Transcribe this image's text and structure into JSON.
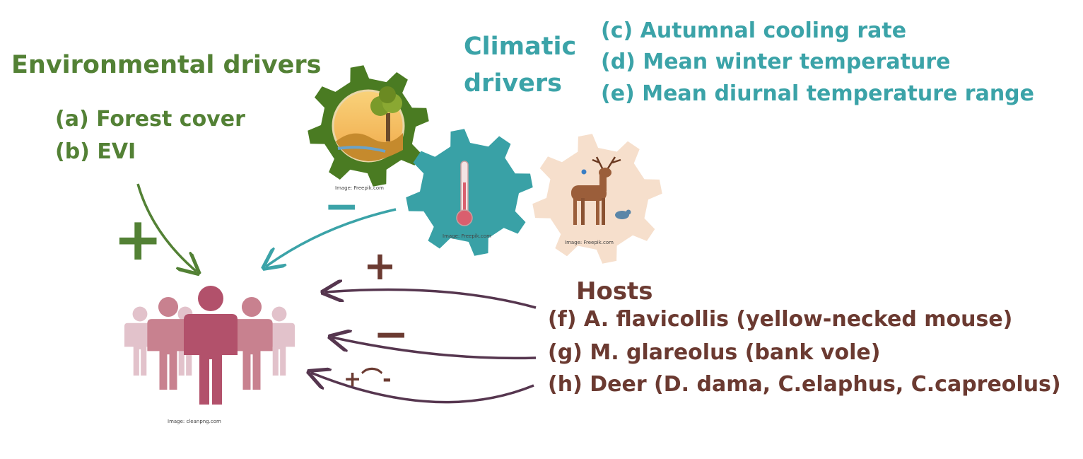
{
  "colors": {
    "environmental": "#538135",
    "climatic": "#3ba3a8",
    "hosts": "#6b3a31",
    "people": "#b2516b",
    "arrow_hosts": "#56364f",
    "gear_host_bg": "#f6dfcc"
  },
  "environmental": {
    "title": "Environmental drivers",
    "items": [
      "(a) Forest cover",
      "(b) EVI"
    ],
    "effect_sign": "+",
    "image_credit": "Image:  Freepik.com",
    "icon": "landscape-gear-icon"
  },
  "climatic": {
    "title_line1": "Climatic",
    "title_line2": "drivers",
    "items": [
      "(c) Autumnal cooling rate",
      "(d) Mean winter temperature",
      "(e) Mean diurnal temperature range"
    ],
    "effect_sign": "−",
    "image_credit": "Image:  Freepik.com",
    "icon": "thermometer-gear-icon"
  },
  "hosts": {
    "title": "Hosts",
    "items": [
      {
        "label": "(f) A. flavicollis (yellow-necked mouse)",
        "sign": "+"
      },
      {
        "label": "(g) M. glareolus (bank vole)",
        "sign": "−"
      },
      {
        "label": "(h) Deer (D. dama, C.elaphus, C.capreolus)",
        "sign": "+⌒-"
      }
    ],
    "image_credit": "Image:  Freepik.com",
    "icon": "deer-mouse-gear-icon"
  },
  "people": {
    "image_credit": "Image:  cleanpng.com",
    "icon": "people-group-icon"
  }
}
